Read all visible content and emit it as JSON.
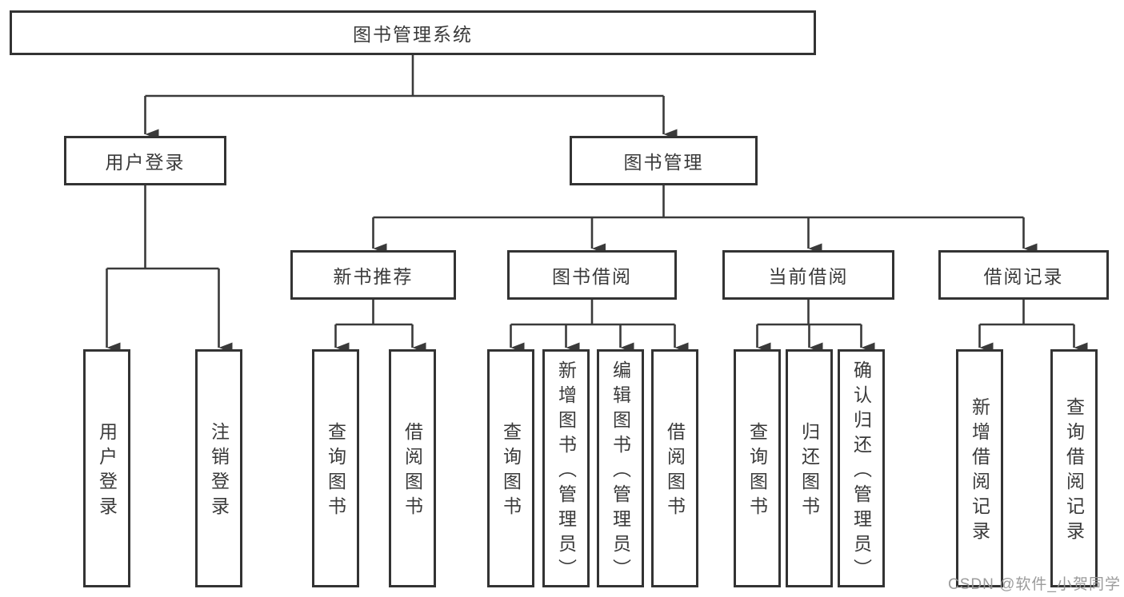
{
  "diagram": {
    "root": {
      "label": "图书管理系统"
    },
    "level2": [
      {
        "label": "用户登录"
      },
      {
        "label": "图书管理"
      }
    ],
    "level3": [
      {
        "label": "新书推荐"
      },
      {
        "label": "图书借阅"
      },
      {
        "label": "当前借阅"
      },
      {
        "label": "借阅记录"
      }
    ],
    "leaves": {
      "user_login": [
        {
          "label": "用户登录"
        },
        {
          "label": "注销登录"
        }
      ],
      "new_book": [
        {
          "label": "查询图书"
        },
        {
          "label": "借阅图书"
        }
      ],
      "book_borrow": [
        {
          "label": "查询图书"
        },
        {
          "label": "新增图书（管理员）"
        },
        {
          "label": "编辑图书（管理员）"
        },
        {
          "label": "借阅图书"
        }
      ],
      "current_borrow": [
        {
          "label": "查询图书"
        },
        {
          "label": "归还图书"
        },
        {
          "label": "确认归还（管理员）"
        }
      ],
      "borrow_record": [
        {
          "label": "新增借阅记录"
        },
        {
          "label": "查询借阅记录"
        }
      ]
    }
  },
  "watermark": {
    "text": "CSDN @软件_小贺同学"
  },
  "colors": {
    "line": "#3a3a3a",
    "border": "#333333",
    "text": "#3a3a3a",
    "background": "#ffffff",
    "watermark": "#969696"
  }
}
